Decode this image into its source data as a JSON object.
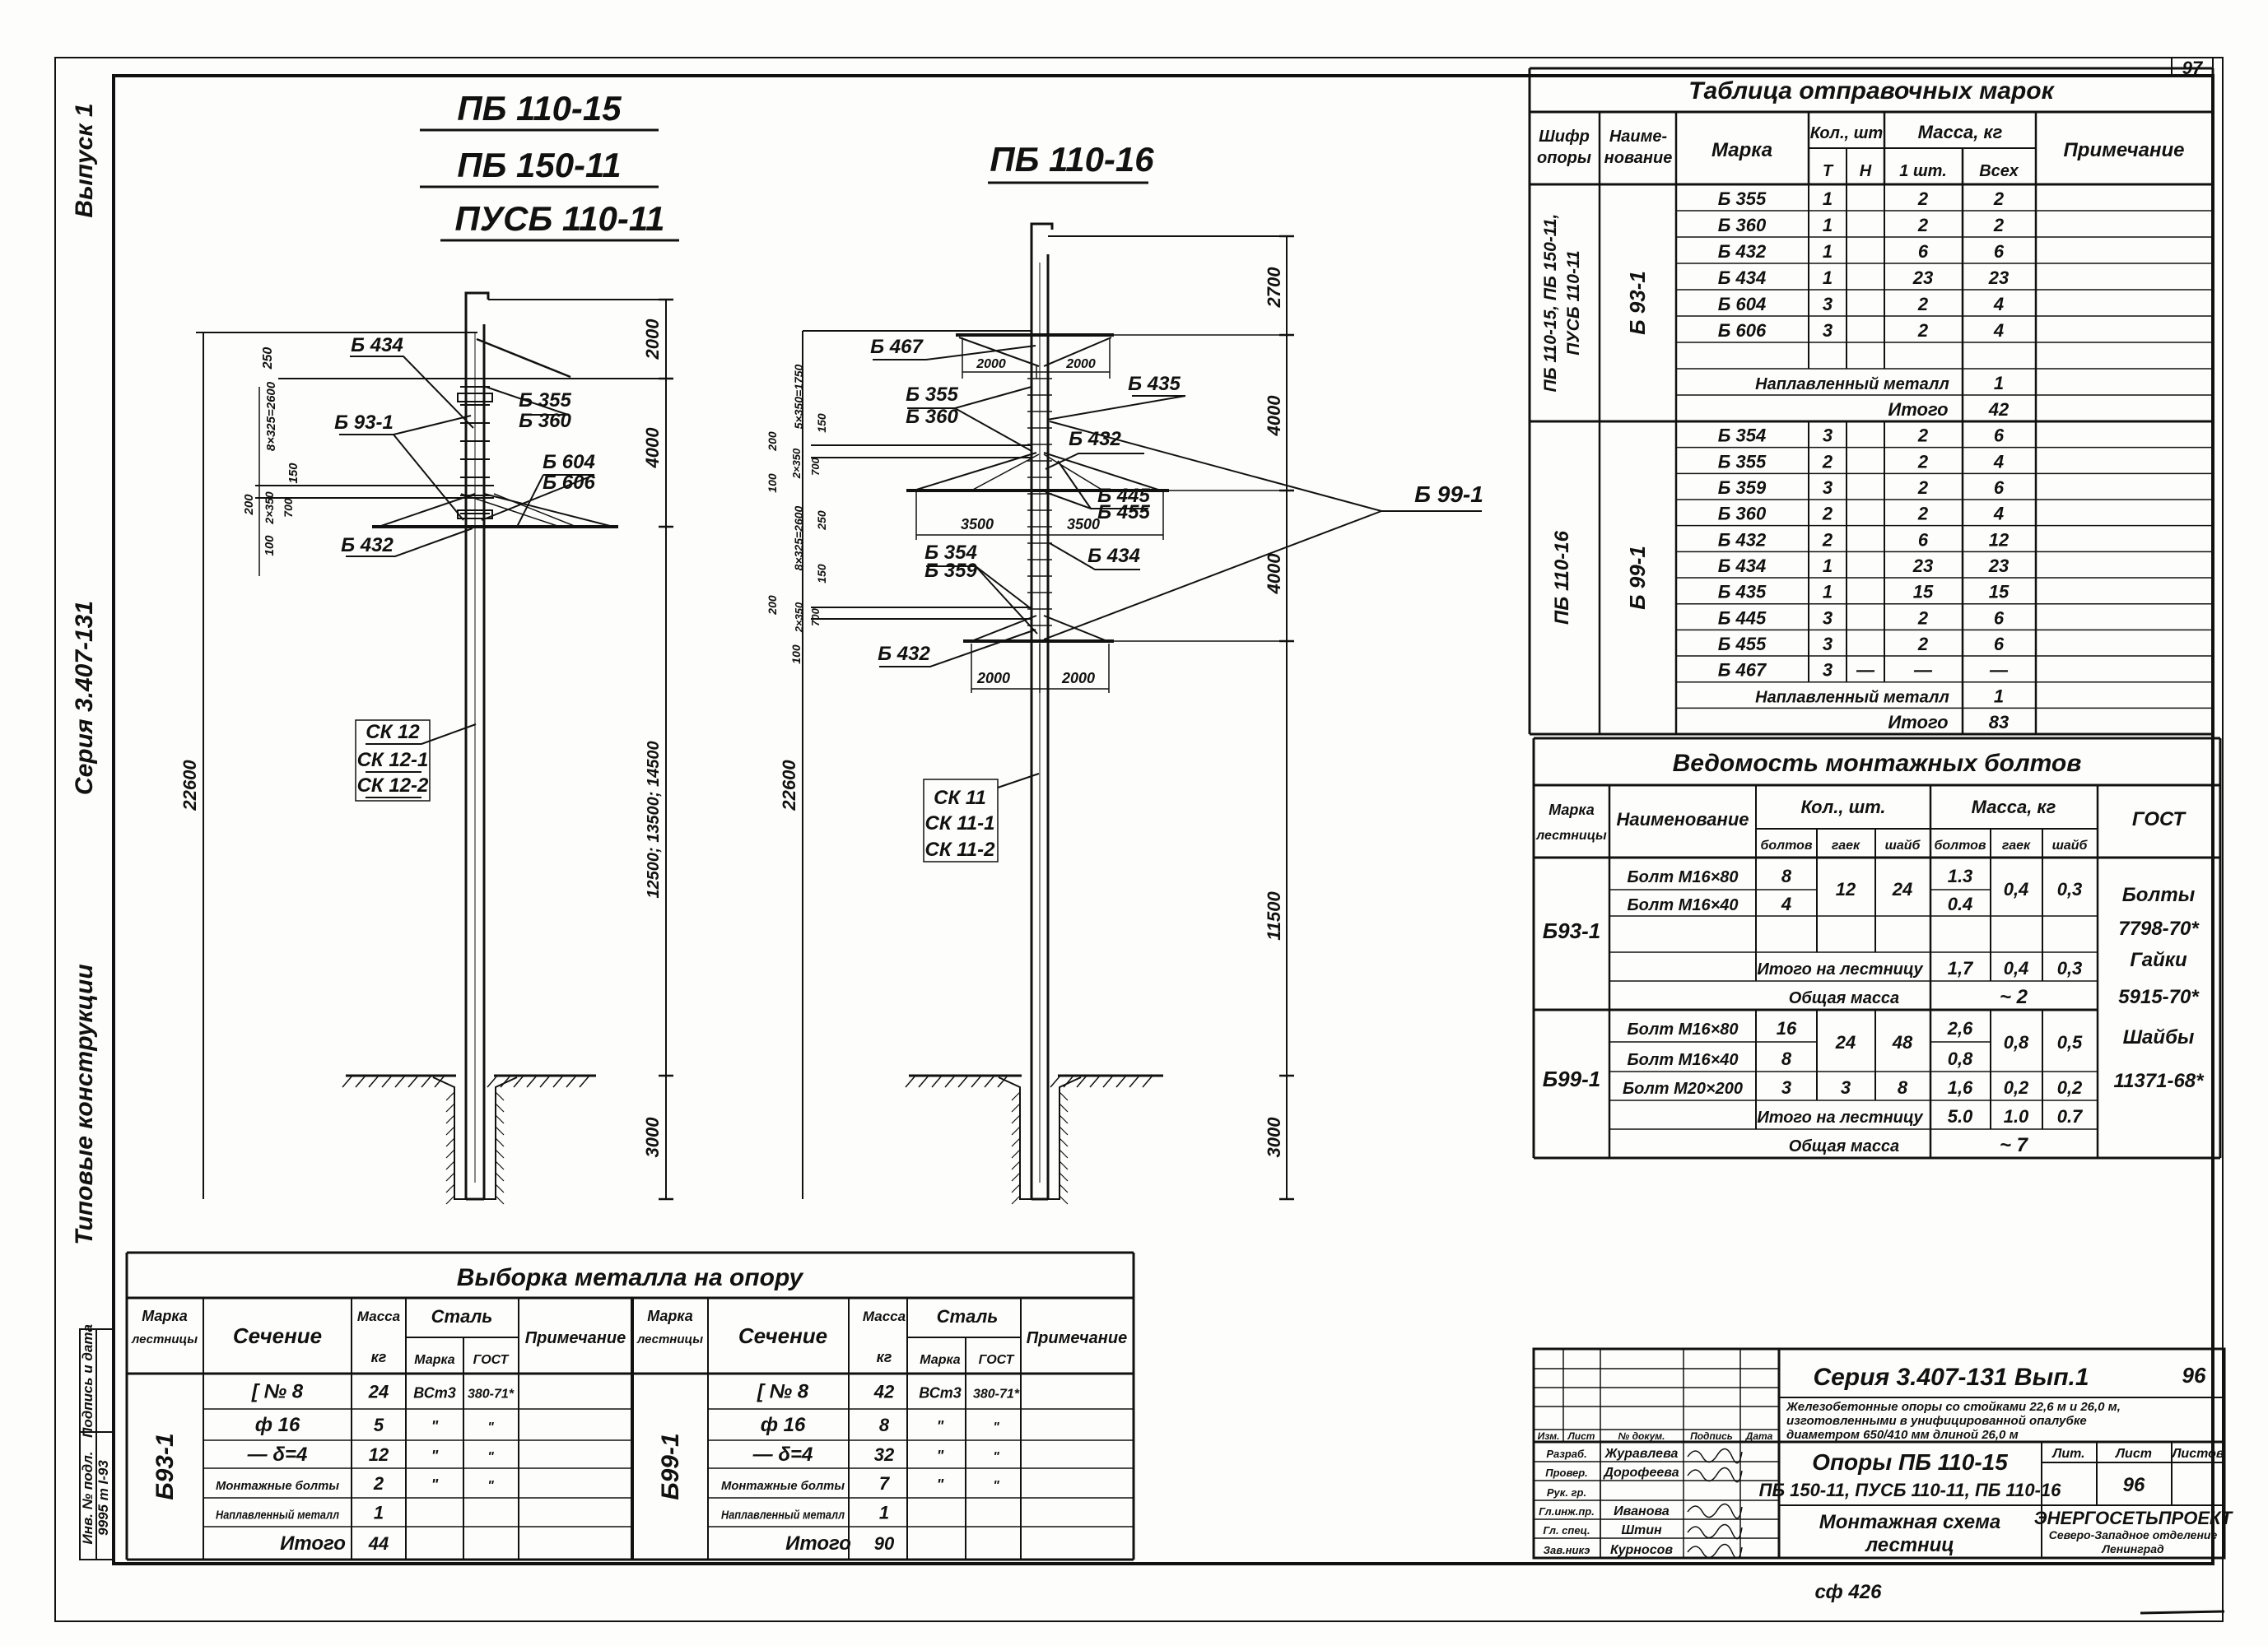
{
  "sheet": {
    "page_number": "97",
    "sidebar": {
      "issue": "Выпуск 1",
      "series": "Серия 3.407-131",
      "category": "Типовые конструкции"
    },
    "stamp": {
      "inv_label": "Инв. № подл.",
      "sign_label": "Подпись и дата",
      "inv_value": "9995 т I-93"
    }
  },
  "left_drawing": {
    "titles": [
      "ПБ 110-15",
      "ПБ 150-11",
      "ПУСБ 110-11"
    ],
    "labels": [
      "Б 434",
      "Б 355",
      "Б 360",
      "Б 93-1",
      "Б 604",
      "Б 606",
      "Б 432",
      "СК 12",
      "СК 12-1",
      "СК 12-2"
    ],
    "dims": [
      "2000",
      "4000",
      "12500; 13500; 14500",
      "3000",
      "22600",
      "250",
      "8×325=2600",
      "150",
      "200",
      "2×350",
      "700",
      "100"
    ]
  },
  "right_drawing": {
    "title": "ПБ 110-16",
    "labels": [
      "Б 467",
      "Б 435",
      "Б 355",
      "Б 360",
      "Б 432",
      "Б 445",
      "Б 455",
      "Б 354",
      "Б 359",
      "Б 434",
      "Б 432",
      "СК 11",
      "СК 11-1",
      "СК 11-2",
      "Б 99-1"
    ],
    "dims": [
      "2700",
      "4000",
      "4000",
      "11500",
      "3000",
      "22600",
      "2000",
      "2000",
      "3500",
      "3500",
      "2000",
      "2000",
      "5×350=1750",
      "150",
      "200",
      "2×350",
      "700",
      "100",
      "250",
      "8×325=2600",
      "150",
      "200",
      "2×350",
      "700",
      "100"
    ]
  },
  "shipping_table": {
    "title": "Таблица отправочных марок",
    "headers": {
      "code": [
        "Шифр",
        "опоры"
      ],
      "name": [
        "Наиме-",
        "нование"
      ],
      "mark": "Марка",
      "qty": "Кол., шт",
      "qty_t": "Т",
      "qty_n": "Н",
      "mass": "Масса, кг",
      "mass_one": "1 шт.",
      "mass_all": "Всех",
      "note": "Примечание"
    },
    "groups": [
      {
        "code": [
          "ПБ 110-15, ПБ 150-11,",
          "ПУСБ 110-11"
        ],
        "name": "Б 93-1",
        "rows": [
          [
            "Б 355",
            "1",
            "",
            "2",
            "2"
          ],
          [
            "Б 360",
            "1",
            "",
            "2",
            "2"
          ],
          [
            "Б 432",
            "1",
            "",
            "6",
            "6"
          ],
          [
            "Б 434",
            "1",
            "",
            "23",
            "23"
          ],
          [
            "Б 604",
            "3",
            "",
            "2",
            "4"
          ],
          [
            "Б 606",
            "3",
            "",
            "2",
            "4"
          ]
        ],
        "welded_label": "Наплавленный металл",
        "welded": "1",
        "total_label": "Итого",
        "total": "42"
      },
      {
        "code": [
          "ПБ 110-16"
        ],
        "name": "Б 99-1",
        "rows": [
          [
            "Б 354",
            "3",
            "",
            "2",
            "6"
          ],
          [
            "Б 355",
            "2",
            "",
            "2",
            "4"
          ],
          [
            "Б 359",
            "3",
            "",
            "2",
            "6"
          ],
          [
            "Б 360",
            "2",
            "",
            "2",
            "4"
          ],
          [
            "Б 432",
            "2",
            "",
            "6",
            "12"
          ],
          [
            "Б 434",
            "1",
            "",
            "23",
            "23"
          ],
          [
            "Б 435",
            "1",
            "",
            "15",
            "15"
          ],
          [
            "Б 445",
            "3",
            "",
            "2",
            "6"
          ],
          [
            "Б 455",
            "3",
            "",
            "2",
            "6"
          ],
          [
            "Б 467",
            "3",
            "—",
            "—",
            "—"
          ]
        ],
        "welded_label": "Наплавленный металл",
        "welded": "1",
        "total_label": "Итого",
        "total": "83"
      }
    ]
  },
  "bolt_table": {
    "title": "Ведомость монтажных болтов",
    "headers": {
      "mark": [
        "Марка",
        "лестницы"
      ],
      "name": "Наименование",
      "qty": "Кол., шт.",
      "mass": "Масса, кг",
      "bolts": "болтов",
      "nuts": "гаек",
      "washers": "шайб",
      "gost": "ГОСТ"
    },
    "groups": [
      {
        "mark": "Б93-1",
        "bolts": [
          {
            "name": "Болт М16×80",
            "qty": "8",
            "mass": "1.3"
          },
          {
            "name": "Болт М16×40",
            "qty": "4",
            "mass": "0.4"
          }
        ],
        "nuts_qty": "12",
        "washers_qty": "24",
        "nuts_mass": "0,4",
        "washers_mass": "0,3",
        "subtotal_label": "Итого на лестницу",
        "subtotal": [
          "1,7",
          "0,4",
          "0,3"
        ],
        "total_label": "Общая масса",
        "total": "~ 2"
      },
      {
        "mark": "Б99-1",
        "bolts": [
          {
            "name": "Болт М16×80",
            "qty": "16",
            "mass": "2,6"
          },
          {
            "name": "Болт М16×40",
            "qty": "8",
            "mass": "0,8"
          },
          {
            "name": "Болт М20×200",
            "qty": "3",
            "mass": "1,6",
            "nuts_qty": "3",
            "washers_qty": "8",
            "nuts_mass": "0,2",
            "washers_mass": "0,2"
          }
        ],
        "nuts_qty": "24",
        "washers_qty": "48",
        "nuts_mass": "0,8",
        "washers_mass": "0,5",
        "subtotal_label": "Итого на лестницу",
        "subtotal": [
          "5.0",
          "1.0",
          "0.7"
        ],
        "total_label": "Общая масса",
        "total": "~ 7"
      }
    ],
    "gost": [
      "Болты",
      "7798-70*",
      "Гайки",
      "5915-70*",
      "Шайбы",
      "11371-68*"
    ]
  },
  "metal_table": {
    "title": "Выборка металла на опору",
    "headers": {
      "mark": [
        "Марка",
        "лестницы"
      ],
      "section": "Сечение",
      "mass": [
        "Масса",
        "кг"
      ],
      "steel": "Сталь",
      "grade": "Марка",
      "gost": "ГОСТ",
      "note": "Примечание"
    },
    "groups": [
      {
        "mark": "Б93-1",
        "rows": [
          [
            "[ № 8",
            "24",
            "ВСт3",
            "380-71*"
          ],
          [
            "ф 16",
            "5",
            "\"",
            "\""
          ],
          [
            "— δ=4",
            "12",
            "\"",
            "\""
          ],
          [
            "Монтажные болты",
            "2",
            "\"",
            "\""
          ],
          [
            "Наплавленный металл",
            "1",
            "",
            ""
          ],
          [
            "Итого",
            "44",
            "",
            ""
          ]
        ]
      },
      {
        "mark": "Б99-1",
        "rows": [
          [
            "[ № 8",
            "42",
            "ВСт3",
            "380-71*"
          ],
          [
            "ф 16",
            "8",
            "\"",
            "\""
          ],
          [
            "— δ=4",
            "32",
            "\"",
            "\""
          ],
          [
            "Монтажные болты",
            "7",
            "\"",
            "\""
          ],
          [
            "Наплавленный металл",
            "1",
            "",
            ""
          ],
          [
            "Итого",
            "90",
            "",
            ""
          ]
        ]
      }
    ]
  },
  "title_block": {
    "series": "Серия 3.407-131 Вып.1",
    "sheet_no": "96",
    "description": [
      "Железобетонные опоры со стойками 22,6 м и 26,0 м,",
      "изготовленными в унифицированной опалубке",
      "диаметром 650/410 мм длиной 26,0 м"
    ],
    "title": [
      "Опоры ПБ 110-15",
      "ПБ 150-11, ПУСБ 110-11, ПБ 110-16"
    ],
    "col_headers": [
      "Изм.",
      "Лист",
      "№ докум.",
      "Подпись",
      "Дата"
    ],
    "roles": [
      "Разраб.",
      "Провер.",
      "Рук. гр.",
      "Гл.инж.пр.",
      "Гл. спец.",
      "Зав.никэ"
    ],
    "names": [
      "Журавлева",
      "Дорофеева",
      "",
      "Иванова",
      "Штин",
      "Курносов"
    ],
    "lit_label": "Лит.",
    "sheet_label": "Лист",
    "sheets_label": "Листов",
    "sheet_value": "96",
    "drawing_name": [
      "Монтажная схема",
      "лестниц"
    ],
    "org": [
      "ЭНЕРГОСЕТЬПРОЕКТ",
      "Северо-Западное отделение",
      "Ленинград"
    ],
    "format_note": "сф 426"
  }
}
